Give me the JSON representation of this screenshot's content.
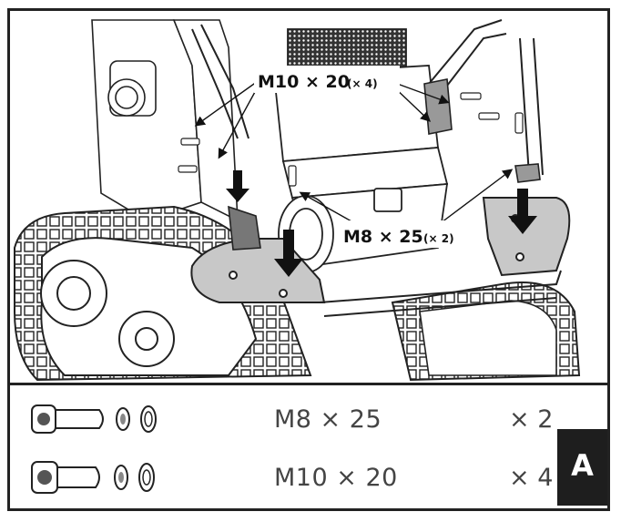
{
  "callouts": {
    "m10": {
      "size": "M10 × 20",
      "qty": "(× 4)"
    },
    "m8": {
      "size": "M8 × 25",
      "qty": "(× 2)"
    }
  },
  "parts": [
    {
      "size": "M8 × 25",
      "qty": "× 2"
    },
    {
      "size": "M10 × 20",
      "qty": "× 4"
    }
  ],
  "section_label": "A",
  "colors": {
    "line": "#222222",
    "plate": "#c8c8c8",
    "badge": "#1e1e1e"
  }
}
